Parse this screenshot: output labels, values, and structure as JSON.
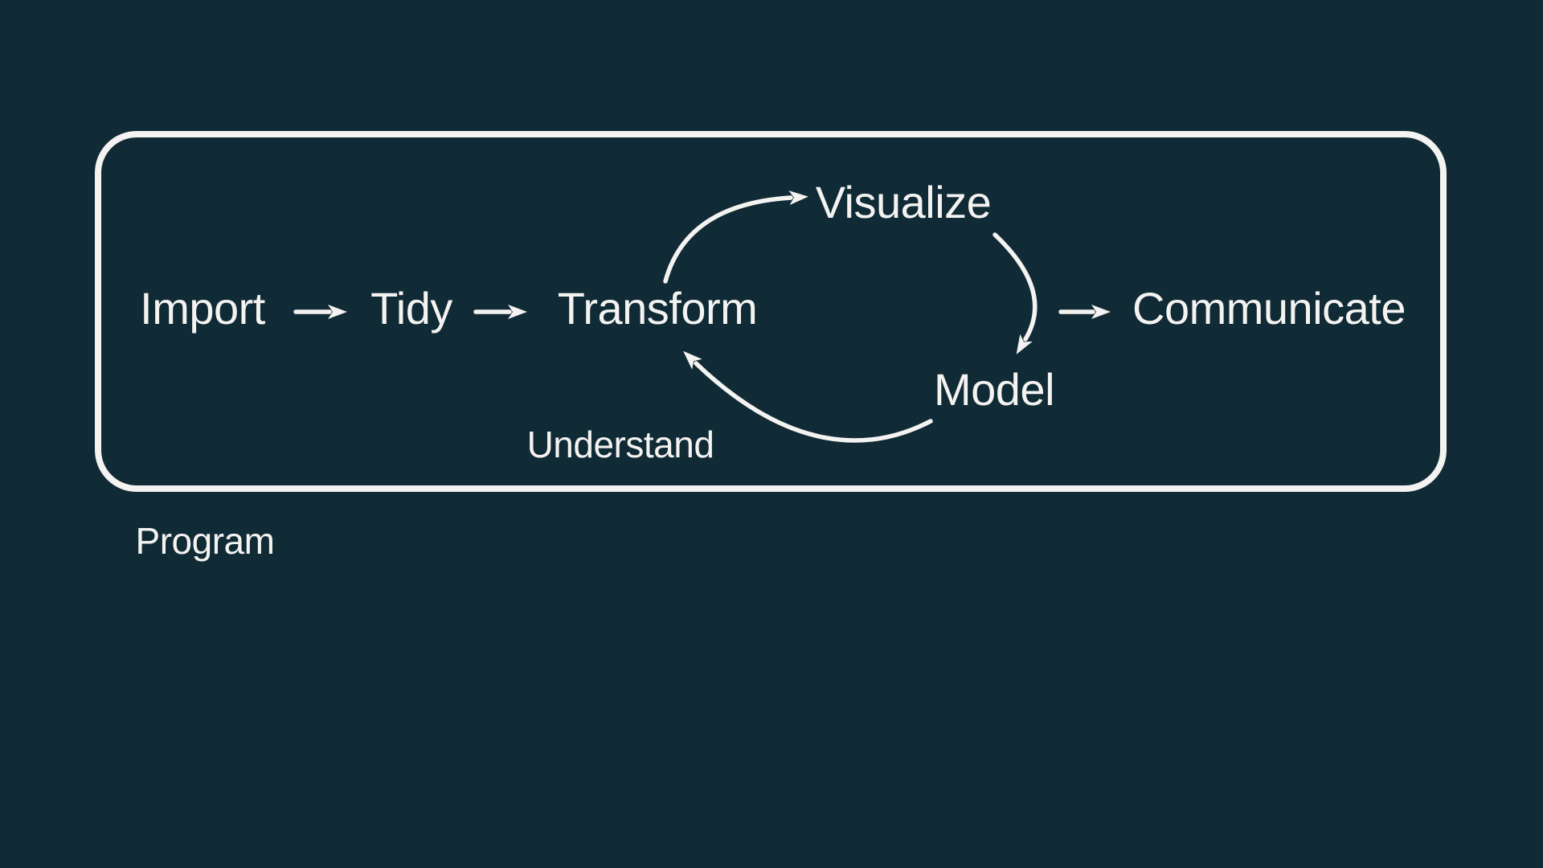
{
  "theme": {
    "background_color": "#102b35",
    "foreground_color": "#f4f3f1"
  },
  "diagram": {
    "title_caption": "Program",
    "cycle_caption": "Understand",
    "nodes": {
      "import": "Import",
      "tidy": "Tidy",
      "transform": "Transform",
      "visualize": "Visualize",
      "model": "Model",
      "communicate": "Communicate"
    },
    "edges": [
      {
        "from": "Import",
        "to": "Tidy",
        "style": "straight-arrow"
      },
      {
        "from": "Tidy",
        "to": "Transform",
        "style": "straight-arrow"
      },
      {
        "from": "Transform",
        "to": "Visualize",
        "style": "curved-arrow"
      },
      {
        "from": "Visualize",
        "to": "Model",
        "style": "curved-arrow"
      },
      {
        "from": "Model",
        "to": "Transform",
        "style": "curved-arrow"
      },
      {
        "from": "Understand cycle",
        "to": "Communicate",
        "style": "straight-arrow"
      }
    ],
    "groups": [
      {
        "label": "Program",
        "contains": [
          "Import",
          "Tidy",
          "Transform",
          "Visualize",
          "Model",
          "Communicate"
        ]
      },
      {
        "label": "Understand",
        "contains": [
          "Transform",
          "Visualize",
          "Model"
        ]
      }
    ]
  }
}
